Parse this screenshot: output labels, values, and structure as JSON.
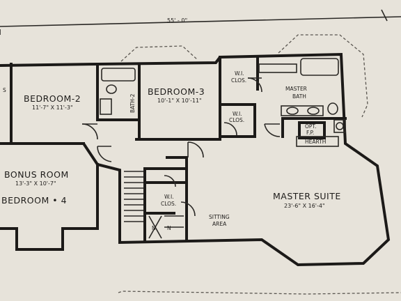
{
  "overall_dimension": "55' - 0\"",
  "rooms": {
    "bedroom2": {
      "name": "BEDROOM-2",
      "size": "11'-7\" X 11'-3\""
    },
    "bedroom3": {
      "name": "BEDROOM-3",
      "size": "10'-1\" X 10'-11\""
    },
    "bath2": {
      "name": "BATH-2"
    },
    "master_bath": {
      "name_line1": "MASTER",
      "name_line2": "BATH"
    },
    "bonus_room": {
      "name": "BONUS ROOM",
      "size": "13'-3\" X 10'-7\"",
      "alt_name": "BEDROOM • 4"
    },
    "master_suite": {
      "name": "MASTER SUITE",
      "size": "23'-6\" X 16'-4\""
    },
    "sitting_area": {
      "line1": "SITTING",
      "line2": "AREA"
    },
    "wi_clos_a": {
      "line1": "W.I.",
      "line2": "CLOS."
    },
    "wi_clos_b": {
      "line1": "W.I.",
      "line2": "CLOS."
    },
    "wi_clos_c": {
      "line1": "W.I.",
      "line2": "CLOS."
    },
    "fireplace": {
      "line1": "OPT.",
      "line2": "F.P."
    },
    "hearth": "HEARTH",
    "left_partial_label": "S",
    "stair_marks": [
      "N",
      "N"
    ]
  }
}
